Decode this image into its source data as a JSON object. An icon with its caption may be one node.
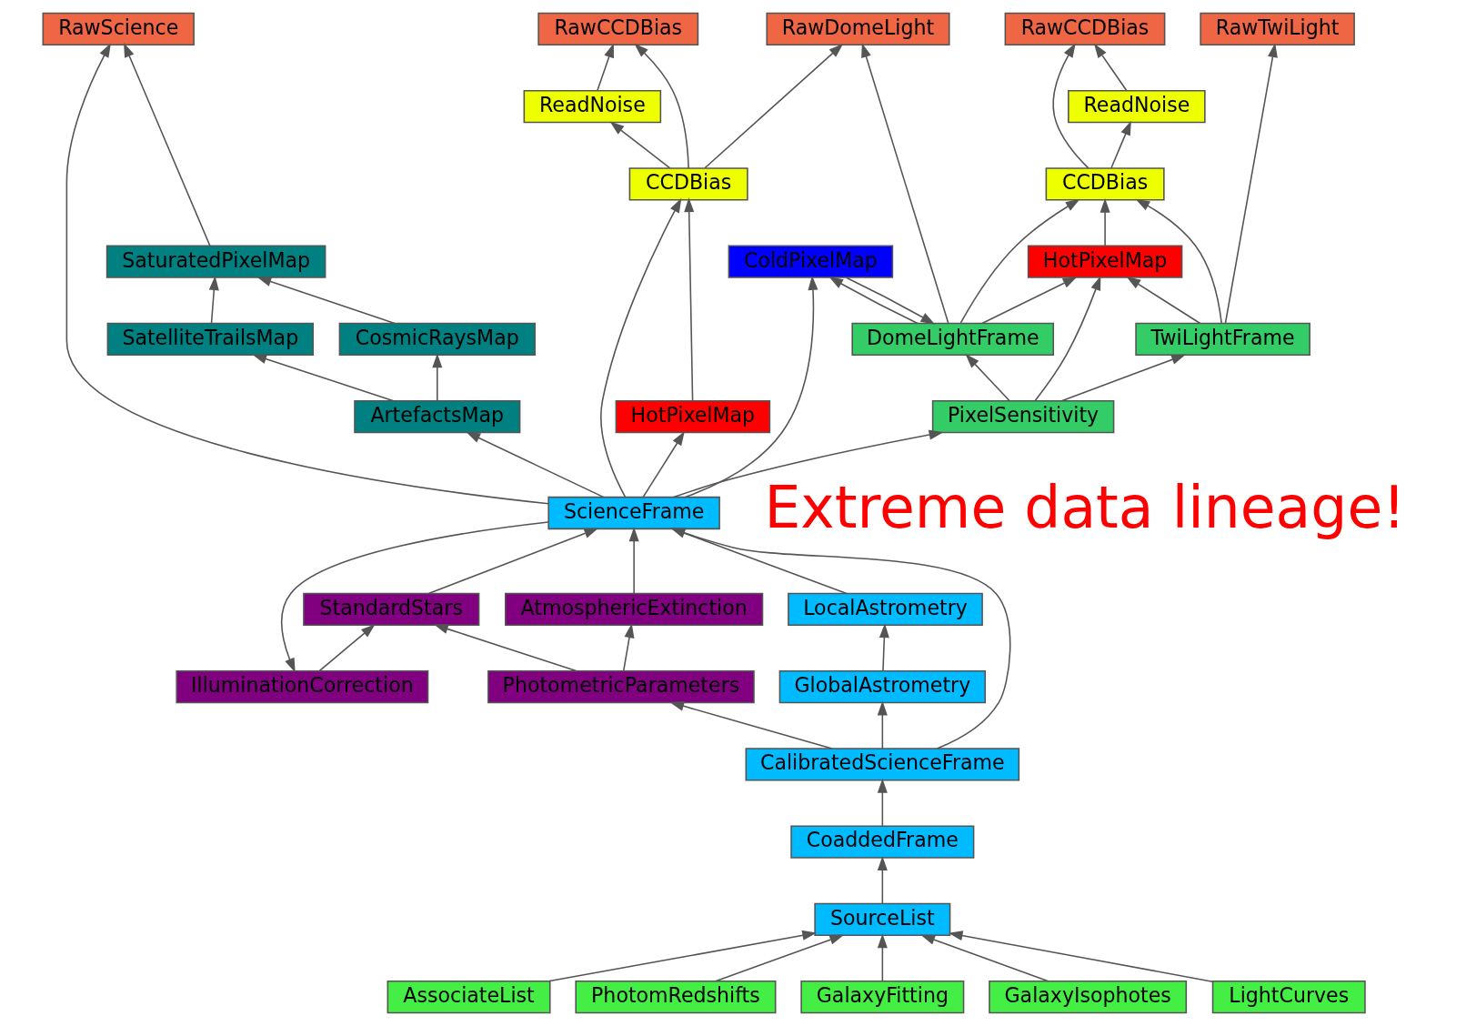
{
  "diagram": {
    "nodes": [
      {
        "text": [
          "RawTwiLight"
        ]
      },
      {
        "text": [
          "RawCCDBias"
        ]
      },
      {
        "text": [
          "RawDomeLight"
        ]
      },
      {
        "text": [
          "RawCCDBias"
        ]
      },
      {
        "text": [
          "RawScience"
        ]
      },
      {
        "text": [
          "ReadNoise"
        ]
      },
      {
        "text": [
          "CCDBias"
        ]
      },
      {
        "text": [
          "HotPixelMap"
        ]
      },
      {
        "text": [
          "TwiLightFrame"
        ]
      },
      {
        "text": [
          "DomeLightFrame"
        ]
      },
      {
        "text": [
          "ReadNoise"
        ]
      },
      {
        "text": [
          "CCDBias"
        ]
      },
      {
        "text": [
          "HotPixelMap"
        ]
      },
      {
        "text": [
          "ColdPixelMap"
        ]
      },
      {
        "text": [
          "SaturatedPixelMap"
        ]
      },
      {
        "text": [
          "CosmicRaysMap"
        ]
      },
      {
        "text": [
          "SatelliteTrailsMap"
        ]
      },
      {
        "text": [
          "ArtefactsMap"
        ]
      },
      {
        "text": [
          "PixelSensitivity"
        ]
      },
      {
        "text": [
          "IlluminationCorrection"
        ]
      },
      {
        "text": [
          "ScienceFrame"
        ]
      },
      {
        "text": [
          "StandardStars"
        ]
      },
      {
        "text": [
          "AtmosphericExtinction"
        ]
      },
      {
        "text": [
          "LocalAstrometry"
        ]
      },
      {
        "text": [
          "PhotometricParameters"
        ]
      },
      {
        "text": [
          "GlobalAstrometry"
        ]
      },
      {
        "text": [
          "CalibratedScienceFrame"
        ]
      },
      {
        "text": [
          "CoaddedFrame"
        ]
      },
      {
        "text": [
          "SourceList"
        ]
      },
      {
        "text": [
          "AssociateList"
        ]
      },
      {
        "text": [
          "PhotomRedshifts"
        ]
      },
      {
        "text": [
          "GalaxyFitting"
        ]
      },
      {
        "text": [
          "GalaxyIsophotes"
        ]
      },
      {
        "text": [
          "LightCurves"
        ]
      }
    ],
    "edges": [
      {
        "from": 5,
        "to": 1,
        "arrow": "to"
      },
      {
        "from": 6,
        "to": 1,
        "arrow": "to"
      },
      {
        "from": 6,
        "to": 5,
        "arrow": "to"
      },
      {
        "from": 7,
        "to": 6,
        "arrow": "to"
      },
      {
        "from": 8,
        "to": 0,
        "arrow": "to"
      },
      {
        "from": 8,
        "to": 6,
        "arrow": "to"
      },
      {
        "from": 8,
        "to": 7,
        "arrow": "to"
      },
      {
        "from": 9,
        "to": 7,
        "arrow": "to"
      },
      {
        "from": 9,
        "to": 6,
        "arrow": "to"
      },
      {
        "from": 9,
        "to": 2,
        "arrow": "to"
      },
      {
        "from": 9,
        "to": 13,
        "arrow": "to"
      },
      {
        "from": 13,
        "to": 9,
        "arrow": "to"
      },
      {
        "from": 10,
        "to": 3,
        "arrow": "to"
      },
      {
        "from": 11,
        "to": 2,
        "arrow": "to"
      },
      {
        "from": 11,
        "to": 3,
        "arrow": "to"
      },
      {
        "from": 11,
        "to": 10,
        "arrow": "to"
      },
      {
        "from": 12,
        "to": 11,
        "arrow": "to"
      },
      {
        "from": 14,
        "to": 4,
        "arrow": "to"
      },
      {
        "from": 15,
        "to": 14,
        "arrow": "to"
      },
      {
        "from": 16,
        "to": 14,
        "arrow": "to"
      },
      {
        "from": 17,
        "to": 15,
        "arrow": "to"
      },
      {
        "from": 17,
        "to": 16,
        "arrow": "to"
      },
      {
        "from": 18,
        "to": 8,
        "arrow": "to"
      },
      {
        "from": 18,
        "to": 7,
        "arrow": "to"
      },
      {
        "from": 18,
        "to": 9,
        "arrow": "to"
      },
      {
        "from": 20,
        "to": 18,
        "arrow": "to"
      },
      {
        "from": 20,
        "to": 19,
        "arrow": "to"
      },
      {
        "from": 20,
        "to": 13,
        "arrow": "to"
      },
      {
        "from": 20,
        "to": 12,
        "arrow": "to"
      },
      {
        "from": 20,
        "to": 11,
        "arrow": "to"
      },
      {
        "from": 20,
        "to": 4,
        "arrow": "to"
      },
      {
        "from": 20,
        "to": 17,
        "arrow": "to"
      },
      {
        "from": 19,
        "to": 21,
        "arrow": "to"
      },
      {
        "from": 21,
        "to": 20,
        "arrow": "to"
      },
      {
        "from": 22,
        "to": 20,
        "arrow": "to"
      },
      {
        "from": 23,
        "to": 20,
        "arrow": "to"
      },
      {
        "from": 24,
        "to": 21,
        "arrow": "to"
      },
      {
        "from": 24,
        "to": 22,
        "arrow": "to"
      },
      {
        "from": 25,
        "to": 23,
        "arrow": "to"
      },
      {
        "from": 26,
        "to": 24,
        "arrow": "to"
      },
      {
        "from": 26,
        "to": 20,
        "arrow": "to"
      },
      {
        "from": 26,
        "to": 25,
        "arrow": "to"
      },
      {
        "from": 27,
        "to": 26,
        "arrow": "to"
      },
      {
        "from": 28,
        "to": 27,
        "arrow": "to"
      },
      {
        "from": 29,
        "to": 28,
        "arrow": "to"
      },
      {
        "from": 30,
        "to": 28,
        "arrow": "to"
      },
      {
        "from": 31,
        "to": 28,
        "arrow": "to"
      },
      {
        "from": 32,
        "to": 28,
        "arrow": "to"
      },
      {
        "from": 33,
        "to": 28,
        "arrow": "to"
      }
    ],
    "labels": [
      "Extreme data lineage!"
    ]
  }
}
